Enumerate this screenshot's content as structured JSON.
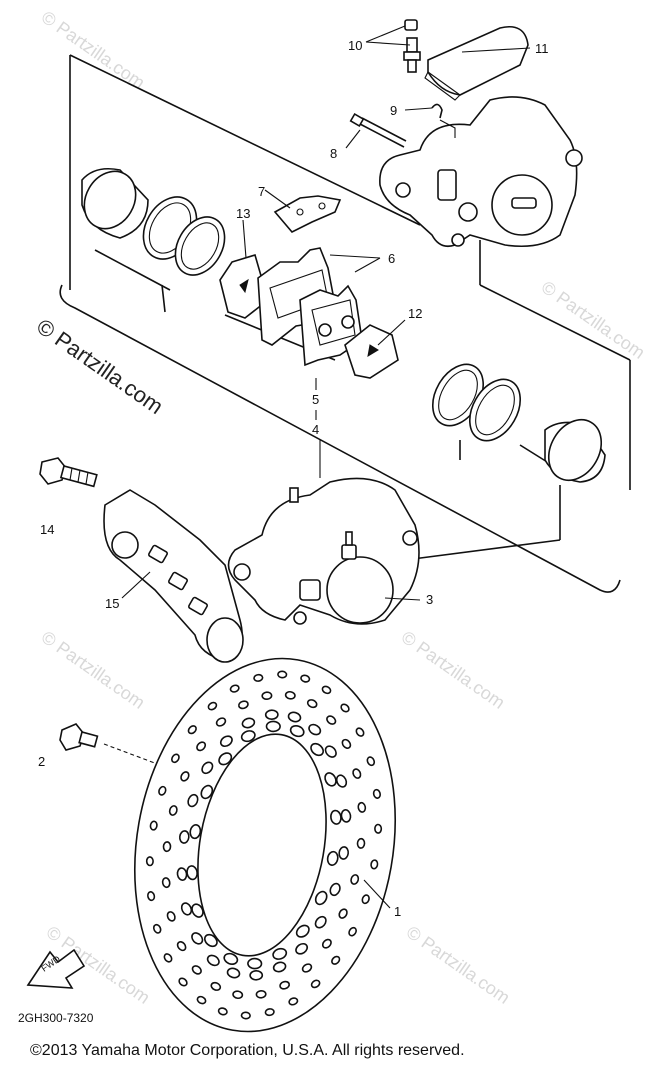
{
  "watermark": "© Partzilla.com",
  "callouts": {
    "c1": "1",
    "c2": "2",
    "c3": "3",
    "c4": "4",
    "c5": "5",
    "c6": "6",
    "c7": "7",
    "c8": "8",
    "c9": "9",
    "c10": "10",
    "c11": "11",
    "c12": "12",
    "c13": "13",
    "c14": "14",
    "c15": "15"
  },
  "fwd_label": "FWD",
  "diagram_code": "2GH300-7320",
  "footer": "©2013  Yamaha Motor Corporation, U.S.A. All rights reserved."
}
